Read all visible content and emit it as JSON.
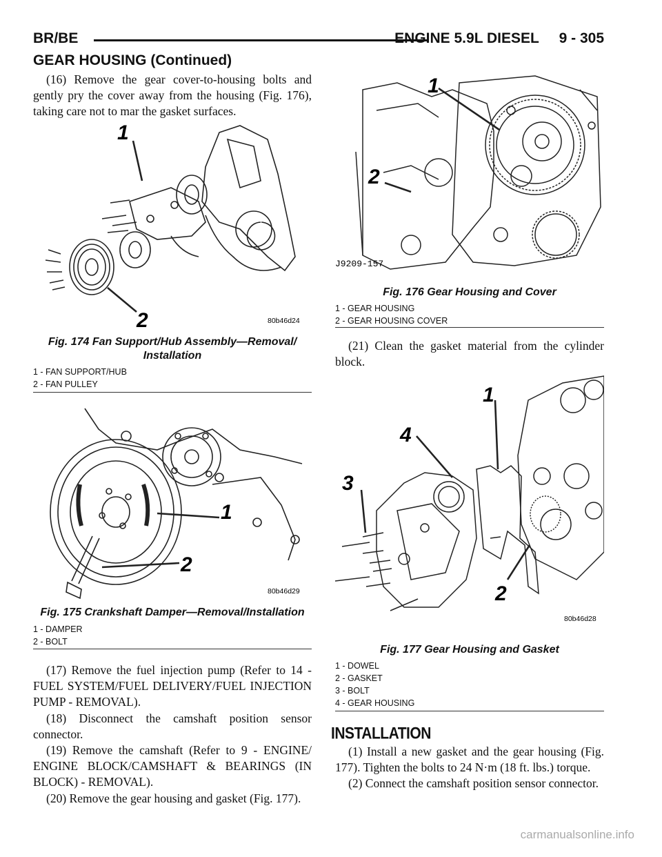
{
  "header": {
    "left": "BR/BE",
    "right": "ENGINE 5.9L DIESEL     9 - 305",
    "section": "GEAR HOUSING (Continued)"
  },
  "left_column": {
    "step16": "(16) Remove the gear cover-to-housing bolts and gently pry the cover away from the housing (Fig. 176), taking care not to mar the gasket surfaces.",
    "step17": "(17) Remove the fuel injection pump (Refer to 14 - FUEL SYSTEM/FUEL DELIVERY/FUEL INJECTION PUMP - REMOVAL).",
    "step18": "(18) Disconnect the camshaft position sensor connector.",
    "step19": "(19) Remove the camshaft (Refer to 9 - ENGINE/ ENGINE BLOCK/CAMSHAFT & BEARINGS (IN BLOCK) - REMOVAL).",
    "step20": "(20) Remove the gear housing and gasket (Fig. 177)."
  },
  "right_column": {
    "step21": "(21) Clean the gasket material from the cylinder block.",
    "install_heading": "INSTALLATION",
    "install1": "(1) Install a new gasket and the gear housing (Fig. 177). Tighten the bolts to 24 N·m (18 ft. lbs.) torque.",
    "install2": "(2) Connect the camshaft position sensor connector."
  },
  "fig174": {
    "caption": "Fig. 174 Fan Support/Hub Assembly—Removal/ Installation",
    "code": "80b46d24",
    "callouts": [
      "1",
      "2"
    ],
    "legend": [
      "1 - FAN SUPPORT/HUB",
      "2 - FAN PULLEY"
    ]
  },
  "fig175": {
    "caption": "Fig. 175 Crankshaft Damper—Removal/Installation",
    "code": "80b46d29",
    "callouts": [
      "1",
      "2"
    ],
    "legend": [
      "1 - DAMPER",
      "2 - BOLT"
    ]
  },
  "fig176": {
    "caption": "Fig. 176 Gear Housing and Cover",
    "code": "J9209-157",
    "callouts": [
      "1",
      "2"
    ],
    "legend": [
      "1 - GEAR HOUSING",
      "2 - GEAR HOUSING COVER"
    ]
  },
  "fig177": {
    "caption": "Fig. 177 Gear Housing and Gasket",
    "code": "80b46d28",
    "callouts": [
      "1",
      "4",
      "3",
      "2"
    ],
    "legend": [
      "1 - DOWEL",
      "2 - GASKET",
      "3 - BOLT",
      "4 - GEAR HOUSING"
    ]
  },
  "watermark": "carmanualsonline.info"
}
